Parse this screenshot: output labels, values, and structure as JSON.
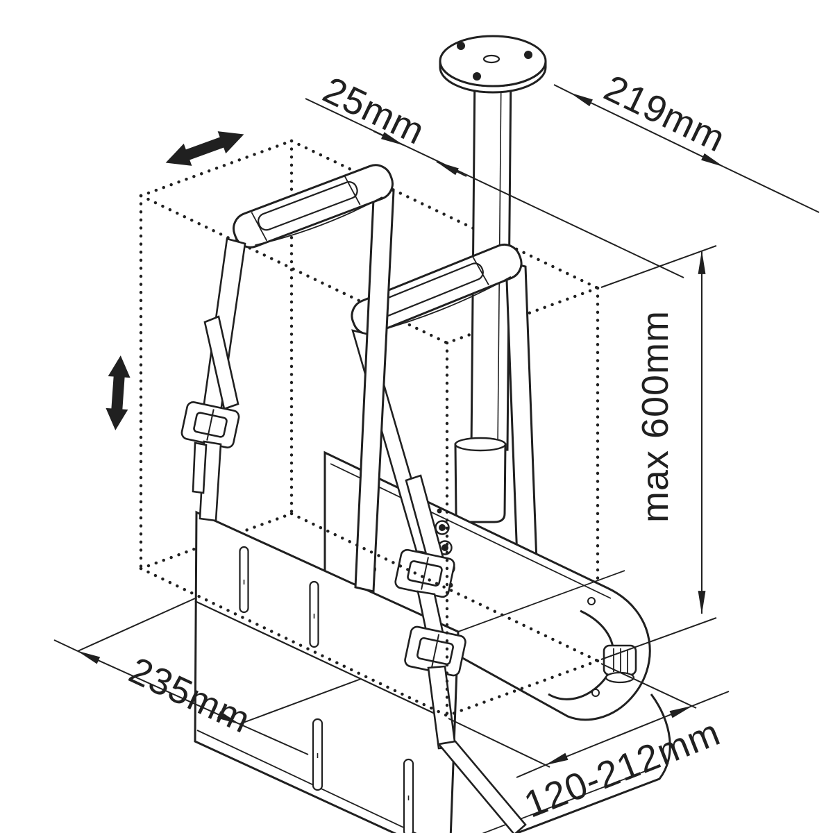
{
  "diagram": {
    "type": "technical-line-drawing",
    "subject": "ceiling-mounted CPU holder with straps",
    "colors": {
      "line": "#202020",
      "background": "#ffffff"
    },
    "dimensions": {
      "rail_gap": {
        "label": "25mm"
      },
      "depth": {
        "label": "219mm"
      },
      "max_height": {
        "label": "max 600mm"
      },
      "base_depth": {
        "label": "235mm"
      },
      "width_range": {
        "label": "120-212mm"
      }
    },
    "annotations": {
      "slide_arrow": "double arrow indicating sliding direction along rail",
      "height_arrow": "double arrow indicating vertical height adjustment"
    }
  }
}
